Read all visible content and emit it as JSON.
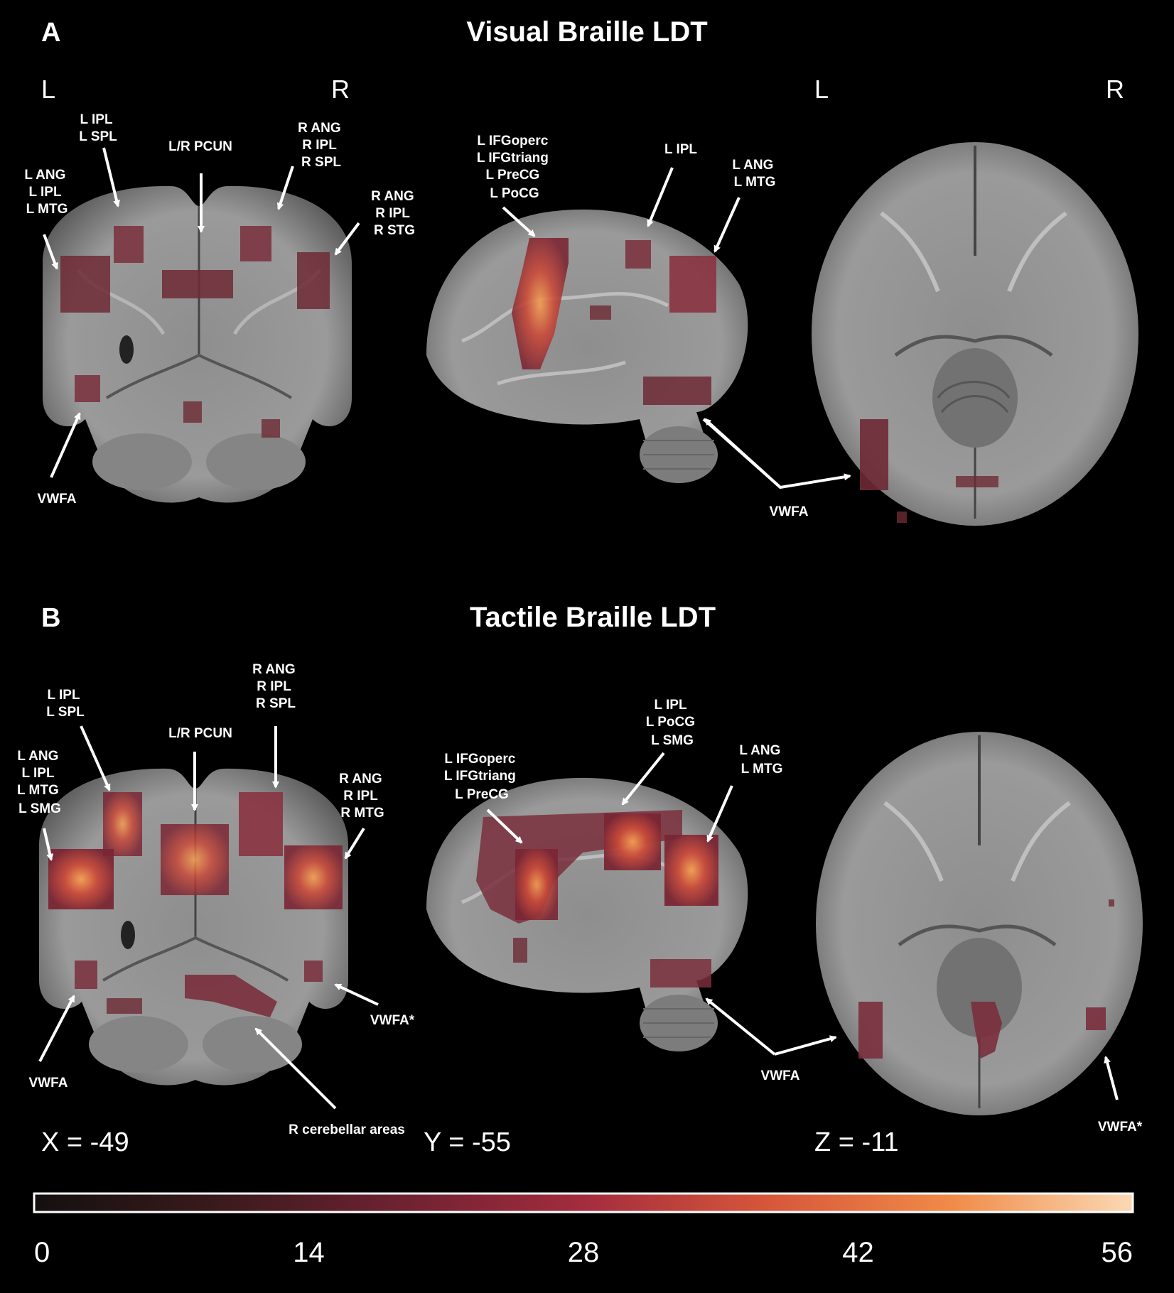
{
  "panels": [
    {
      "letter": "A",
      "title": "Visual Braille LDT",
      "orientation": {
        "left1": "L",
        "right1": "R",
        "left2": "L",
        "right2": "R"
      },
      "coronal_labels": [
        [
          "L IPL",
          "L SPL"
        ],
        [
          "L/R PCUN"
        ],
        [
          "R ANG",
          "R IPL",
          "R SPL"
        ],
        [
          "L ANG",
          "L IPL",
          "L MTG"
        ],
        [
          "R ANG",
          "R IPL",
          "R STG"
        ],
        [
          "VWFA"
        ]
      ],
      "sagittal_labels": [
        [
          "L IFGoperc",
          "L IFGtriang",
          "L PreCG",
          "L PoCG"
        ],
        [
          "L IPL"
        ],
        [
          "L ANG",
          "L MTG"
        ],
        [
          "VWFA"
        ]
      ]
    },
    {
      "letter": "B",
      "title": "Tactile Braille LDT",
      "coronal_labels": [
        [
          "L IPL",
          "L SPL"
        ],
        [
          "R ANG",
          "R IPL",
          "R SPL"
        ],
        [
          "L/R PCUN"
        ],
        [
          "L ANG",
          "L IPL",
          "L MTG",
          "L SMG"
        ],
        [
          "R ANG",
          "R IPL",
          "R MTG"
        ],
        [
          "VWFA"
        ],
        [
          "VWFA*"
        ],
        [
          "R cerebellar areas"
        ]
      ],
      "sagittal_labels": [
        [
          "L IPL",
          "L PoCG",
          "L SMG"
        ],
        [
          "L IFGoperc",
          "L IFGtriang",
          "L PreCG"
        ],
        [
          "L ANG",
          "L MTG"
        ],
        [
          "VWFA"
        ]
      ],
      "axial_labels": [
        [
          "VWFA*"
        ]
      ]
    }
  ],
  "coordinates": {
    "x": "X = -49",
    "y": "Y = -55",
    "z": "Z = -11"
  },
  "colorbar": {
    "ticks": [
      "0",
      "14",
      "28",
      "42",
      "56"
    ],
    "stops": [
      "#141010",
      "#3a1a1c",
      "#6e2232",
      "#a32c3e",
      "#d6563a",
      "#f08a48",
      "#fbd9b4"
    ]
  }
}
